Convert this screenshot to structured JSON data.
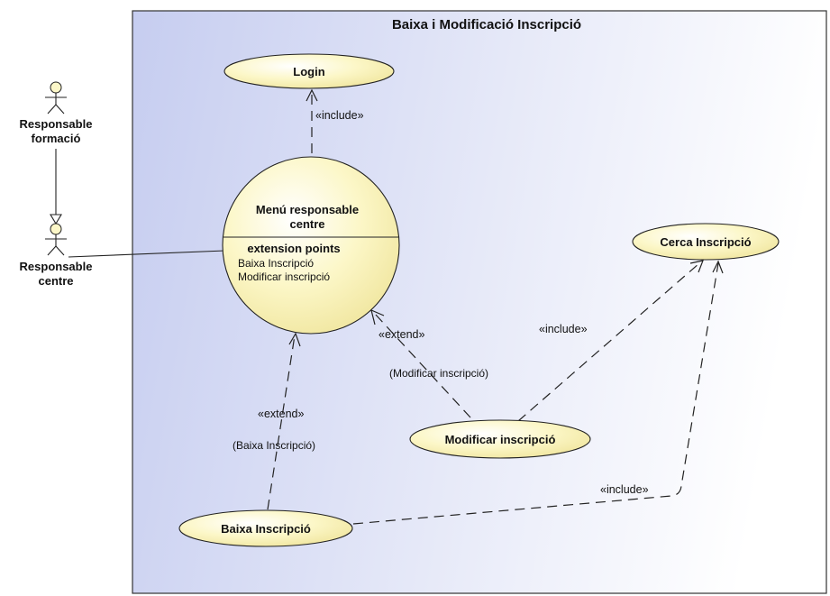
{
  "boundary": {
    "title": "Baixa i Modificació Inscripció"
  },
  "actors": {
    "formacio": {
      "line1": "Responsable",
      "line2": "formació"
    },
    "centre": {
      "line1": "Responsable",
      "line2": "centre"
    }
  },
  "use_cases": {
    "login": "Login",
    "menu": {
      "line1": "Menú responsable",
      "line2": "centre",
      "extension_header": "extension points",
      "extension_points": [
        "Baixa Inscripció",
        "Modificar inscripció"
      ]
    },
    "cerca": "Cerca Inscripció",
    "modificar": "Modificar inscripció",
    "baixa": "Baixa Inscripció"
  },
  "relations": {
    "menu_login": {
      "stereotype": "«include»"
    },
    "modificar_menu": {
      "stereotype": "«extend»",
      "condition": "(Modificar inscripció)"
    },
    "modificar_cerca": {
      "stereotype": "«include»"
    },
    "baixa_menu": {
      "stereotype": "«extend»",
      "condition": "(Baixa Inscripció)"
    },
    "baixa_cerca": {
      "stereotype": "«include»"
    }
  },
  "colors": {
    "use_case_fill": "#fcf7c8",
    "boundary_bg_left": "#c6cdf0",
    "boundary_bg_right": "#ffffff",
    "actor_head_fill": "#fcf7c8"
  }
}
